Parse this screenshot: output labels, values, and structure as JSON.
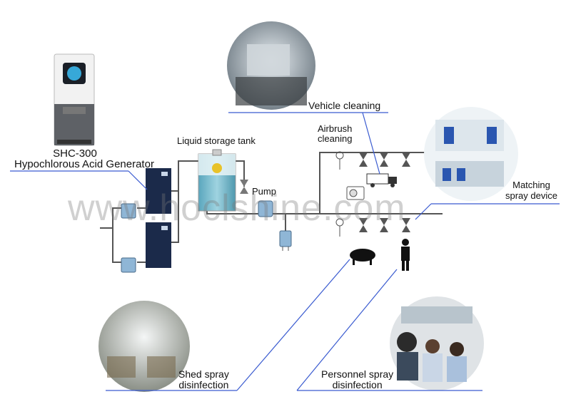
{
  "labels": {
    "product_model": "SHC-300",
    "product_name": "Hypochlorous Acid Generator",
    "liquid_storage_tank": "Liquid storage tank",
    "pump": "Pump",
    "vehicle_cleaning": "Vehicle cleaning",
    "airbrush_line1": "Airbrush",
    "airbrush_line2": "cleaning",
    "matching_line1": "Matching",
    "matching_line2": "spray device",
    "shed_line1": "Shed spray",
    "shed_line2": "disinfection",
    "personnel_line1": "Personnel spray",
    "personnel_line2": "disinfection"
  },
  "watermark": "www.hoclshine.com",
  "colors": {
    "pipe": "#555555",
    "callout": "#3a5bd0",
    "generator": "#1b2a4a",
    "tank_liquid": "#6fb7c9",
    "filter": "#8fb6d6"
  }
}
